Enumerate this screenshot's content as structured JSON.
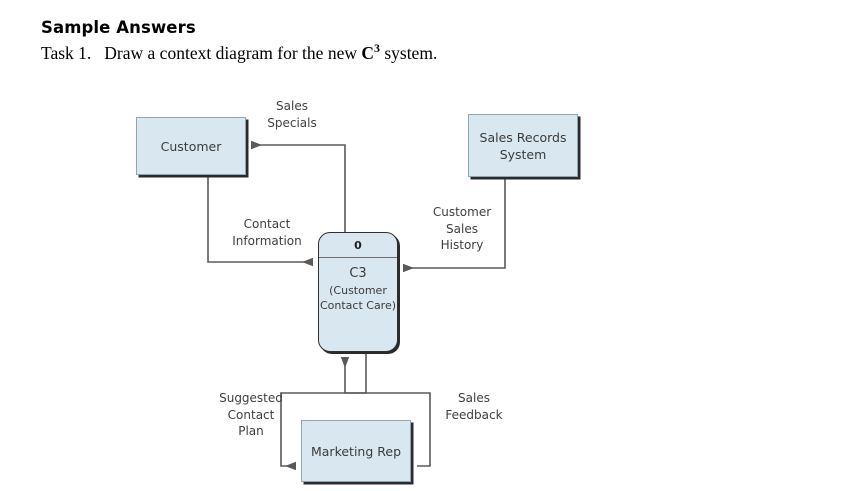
{
  "header": {
    "title": "Sample Answers",
    "task_number": "Task 1.",
    "task_text_before": "Draw a context diagram for the new ",
    "system_name": "C",
    "system_superscript": "3",
    "task_text_after": " system."
  },
  "diagram": {
    "process": {
      "number": "0",
      "name": "C3",
      "subtitle": "(Customer\nContact\nCare)"
    },
    "entities": [
      {
        "id": "customer",
        "label": "Customer"
      },
      {
        "id": "sales-records-system",
        "label": "Sales Records\nSystem"
      },
      {
        "id": "marketing-rep",
        "label": "Marketing\nRep"
      }
    ],
    "flows": [
      {
        "id": "sales-specials",
        "label": "Sales\nSpecials",
        "from": "C3",
        "to": "Customer"
      },
      {
        "id": "contact-information",
        "label": "Contact\nInformation",
        "from": "Customer",
        "to": "C3"
      },
      {
        "id": "customer-sales-history",
        "label": "Customer\nSales\nHistory",
        "from": "Sales Records System",
        "to": "C3"
      },
      {
        "id": "suggested-contact-plan",
        "label": "Suggested\nContact\nPlan",
        "from": "C3",
        "to": "Marketing Rep"
      },
      {
        "id": "sales-feedback",
        "label": "Sales\nFeedback",
        "from": "Marketing Rep",
        "to": "C3"
      }
    ]
  },
  "colors": {
    "box_fill": "#d9e8f0",
    "box_border": "#8fa6b5",
    "box_shadow": "#2b2b2b",
    "connector": "#5a5a5a",
    "text": "#3f3f3f"
  }
}
